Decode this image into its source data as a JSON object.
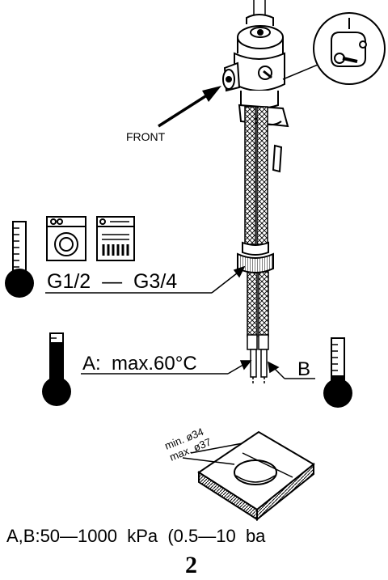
{
  "labels": {
    "front": "FRONT",
    "connection": "G1/2  —  G3/4",
    "hot_supply": "A:  max.60°C",
    "cold_supply": "B",
    "hole_min": "min. ø34",
    "hole_max": "max. ø37",
    "pressure": "A,B:50—1000  kPa  (0.5—10  ba",
    "page_number": "2"
  }
}
